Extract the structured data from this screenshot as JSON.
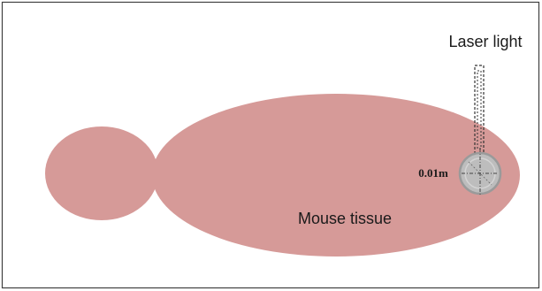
{
  "labels": {
    "laser_light": "Laser light",
    "tissue": "Mouse tissue",
    "scale": "0.01m"
  },
  "colors": {
    "tissue_fill": "#D69A98",
    "frame_stroke": "#404040",
    "sphere_fill": "#BDBDBD",
    "sphere_stroke": "#9A9A9A",
    "laser_dash": "#333333",
    "background": "#FFFFFF"
  }
}
